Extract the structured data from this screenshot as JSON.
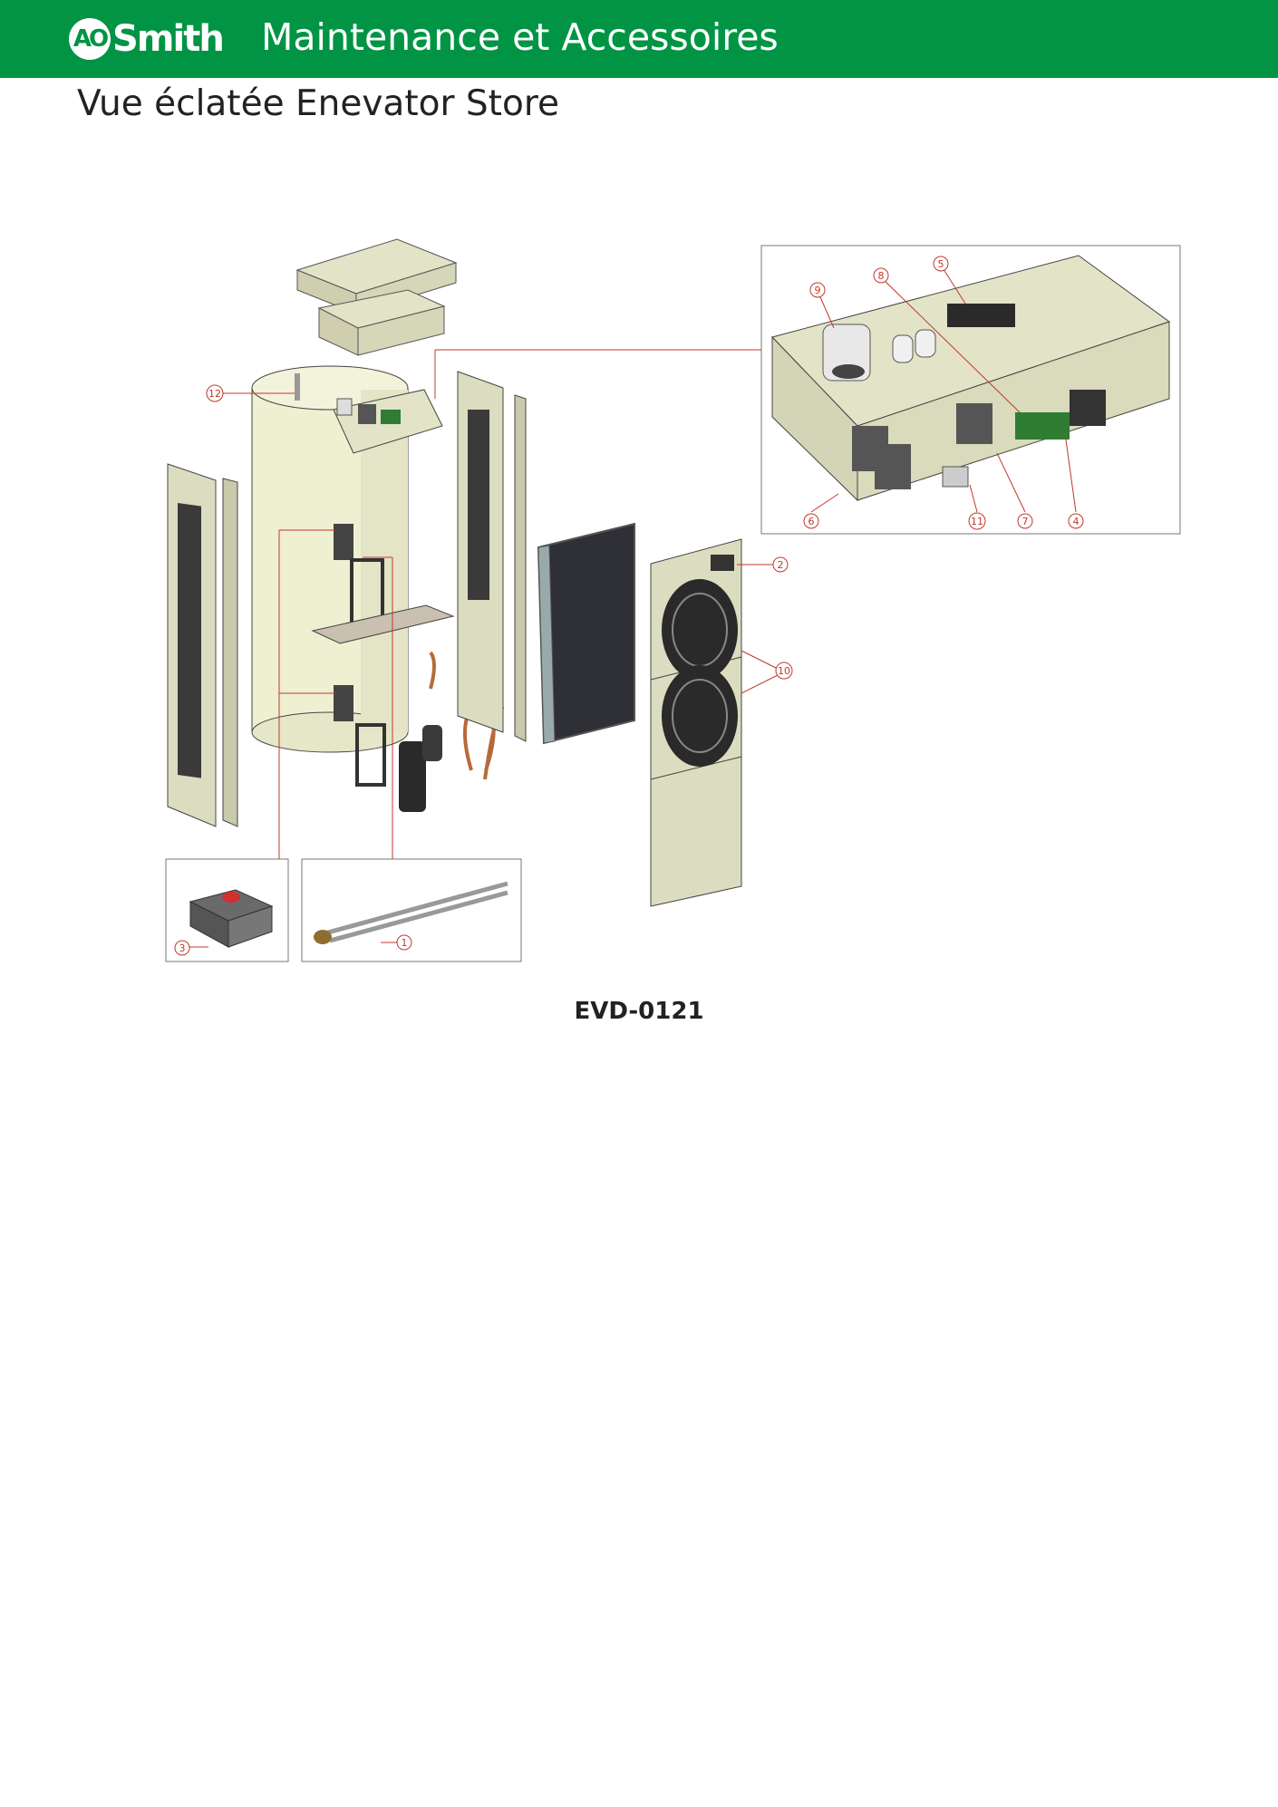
{
  "header": {
    "logo_mark": "AO",
    "logo_word": "Smith",
    "title": "Maintenance et Accessoires"
  },
  "page_title": "Vue éclatée Enevator Store",
  "drawing_code": "EVD-0121",
  "callouts": [
    "1",
    "2",
    "3",
    "4",
    "5",
    "6",
    "7",
    "8",
    "9",
    "10",
    "11",
    "12"
  ],
  "colors": {
    "brand_green": "#009444",
    "part_beige": "#dcdcc0",
    "callout_red": "#c0392b"
  }
}
